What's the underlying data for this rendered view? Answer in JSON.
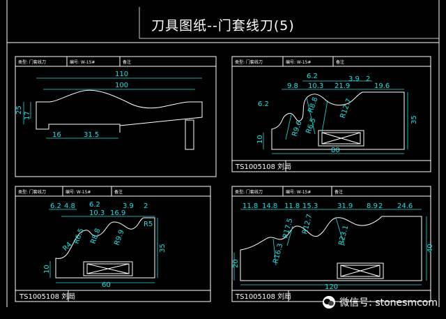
{
  "title": "刀具图纸--门套线刀(5)",
  "watermark": "微信号: stonesmcom",
  "colors": {
    "dim": "#21e0e6",
    "outline": "#ffffff",
    "frame": "#ffffff",
    "background": "#000000"
  },
  "panels": [
    {
      "header": [
        "类型: 门套线刀",
        "编号: W-15#",
        "备注"
      ],
      "dims": [
        "110",
        "100",
        "25",
        "17",
        "16",
        "31.5"
      ],
      "caption": ""
    },
    {
      "header": [
        "类型: 门套线刀",
        "编号: W-15#",
        "备注"
      ],
      "dims": [
        "6.2",
        "3.9",
        "2",
        "9.8",
        "10.3",
        "21.9",
        "19.6",
        "6.2",
        "R8.8",
        "R12.7",
        "R9.6",
        "R6.5",
        "35",
        "10",
        "80"
      ],
      "caption": "TS1005108  刘局"
    },
    {
      "header": [
        "类型: 门套线刀",
        "编号: W-15#",
        "备注"
      ],
      "dims": [
        "6.2",
        "4.8",
        "6.2",
        "10.3",
        "16.9",
        "3.9",
        "2",
        "R4",
        "R6.5",
        "R8.8",
        "R9.9",
        "R5",
        "35",
        "10",
        "60"
      ],
      "caption": "TS1005108  刘局"
    },
    {
      "header": [
        "类型: 门套线刀",
        "编号: W-15#",
        "备注"
      ],
      "dims": [
        "11.8",
        "14.8",
        "11.8",
        "15.3",
        "31.9",
        "8.9",
        "2",
        "24.6",
        "R17.5",
        "R12.7",
        "R23.1",
        "R16.3",
        "20",
        "40",
        "120"
      ],
      "caption": "TS1005108  刘局"
    }
  ]
}
